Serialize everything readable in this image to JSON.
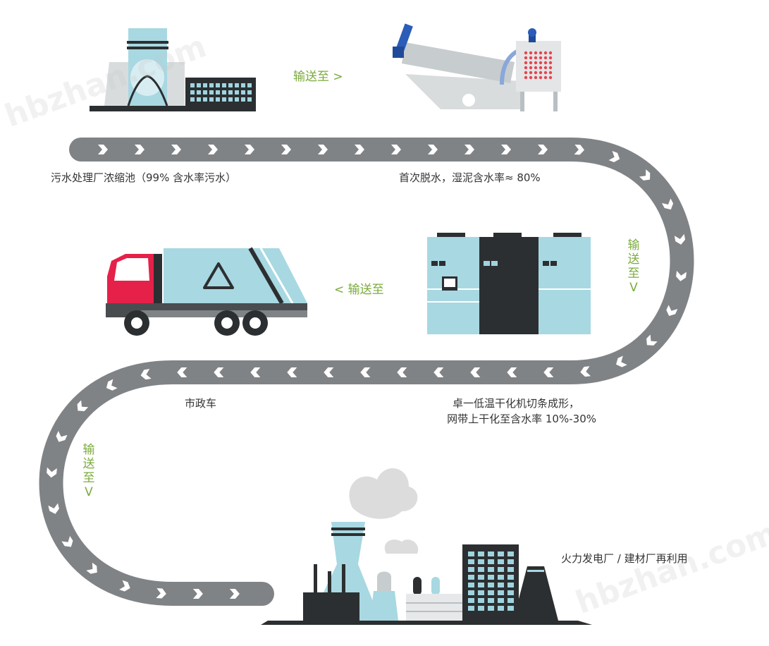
{
  "stages": [
    {
      "id": "thickener",
      "label": "污水处理厂浓缩池（99% 含水率污水）"
    },
    {
      "id": "dewater",
      "label": "首次脱水，湿泥含水率≈ 80%"
    },
    {
      "id": "dryer",
      "label_line1": "卓一低温干化机切条成形，",
      "label_line2": "网带上干化至含水率 10%-30%"
    },
    {
      "id": "truck",
      "label": "市政车"
    },
    {
      "id": "plant",
      "label": "火力发电厂 / 建材厂再利用"
    }
  ],
  "transfer": {
    "top": "输送至 >",
    "middle": "< 输送至",
    "right_chars": [
      "输",
      "送",
      "至",
      "V"
    ],
    "left_chars": [
      "输",
      "送",
      "至",
      "V"
    ]
  },
  "watermark": "hbzhan.com",
  "colors": {
    "track": "#808386",
    "chevron": "#ffffff",
    "accent": "#7aab3c",
    "cyan": "#9fd4df",
    "dark": "#2c2f31",
    "red": "#e5214a"
  },
  "icons": [
    "recycle-icon"
  ]
}
